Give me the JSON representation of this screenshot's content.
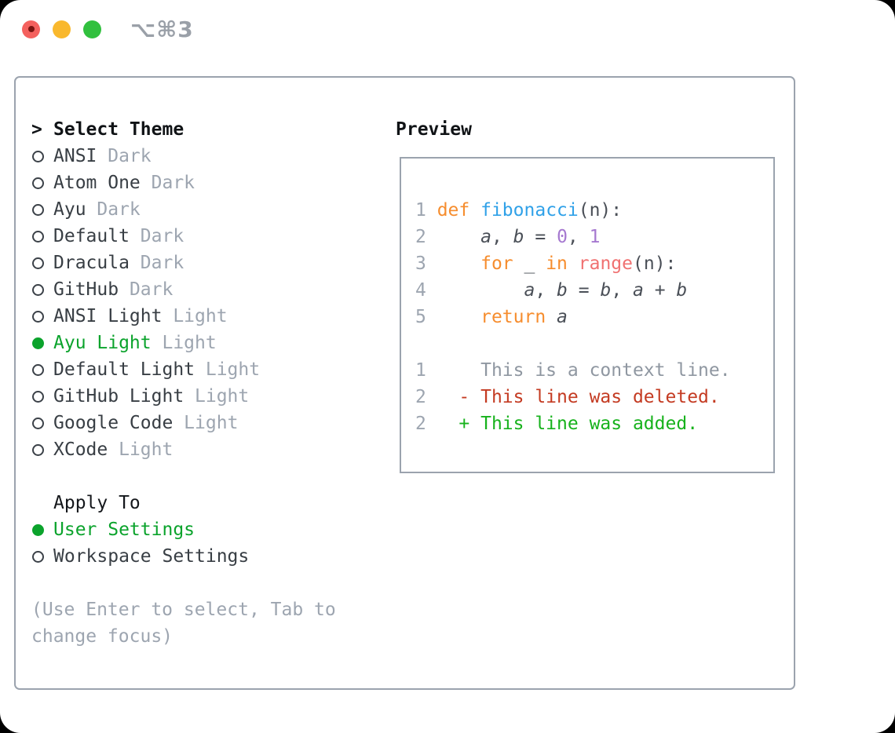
{
  "titlebar": {
    "shortcut_label": "⌥⌘3",
    "traffic_light_colors": {
      "close": "#f4615e",
      "minimize": "#f9b82d",
      "zoom": "#31c03e"
    }
  },
  "theme_list": {
    "header_prefix": ">",
    "header_label": "Select Theme",
    "items": [
      {
        "name": "ANSI",
        "variant": "Dark",
        "selected": false
      },
      {
        "name": "Atom One",
        "variant": "Dark",
        "selected": false
      },
      {
        "name": "Ayu",
        "variant": "Dark",
        "selected": false
      },
      {
        "name": "Default",
        "variant": "Dark",
        "selected": false
      },
      {
        "name": "Dracula",
        "variant": "Dark",
        "selected": false
      },
      {
        "name": "GitHub",
        "variant": "Dark",
        "selected": false
      },
      {
        "name": "ANSI Light",
        "variant": "Light",
        "selected": false
      },
      {
        "name": "Ayu Light",
        "variant": "Light",
        "selected": true
      },
      {
        "name": "Default Light",
        "variant": "Light",
        "selected": false
      },
      {
        "name": "GitHub Light",
        "variant": "Light",
        "selected": false
      },
      {
        "name": "Google Code",
        "variant": "Light",
        "selected": false
      },
      {
        "name": "XCode",
        "variant": "Light",
        "selected": false
      }
    ]
  },
  "apply_to": {
    "header_label": "Apply To",
    "items": [
      {
        "name": "User Settings",
        "selected": true
      },
      {
        "name": "Workspace Settings",
        "selected": false
      }
    ]
  },
  "help": {
    "line1": "(Use Enter to select, Tab to",
    "line2": "change focus)"
  },
  "preview": {
    "header": "Preview",
    "lines": [
      [
        {
          "t": "1 ",
          "c": "ln"
        },
        {
          "t": "def",
          "c": "kw"
        },
        {
          "t": " ",
          "c": "code"
        },
        {
          "t": "fibonacci",
          "c": "fn"
        },
        {
          "t": "(n):",
          "c": "code"
        }
      ],
      [
        {
          "t": "2 ",
          "c": "ln"
        },
        {
          "t": "    ",
          "c": "code"
        },
        {
          "t": "a",
          "c": "var"
        },
        {
          "t": ", ",
          "c": "code"
        },
        {
          "t": "b",
          "c": "var"
        },
        {
          "t": " = ",
          "c": "code"
        },
        {
          "t": "0",
          "c": "num"
        },
        {
          "t": ", ",
          "c": "code"
        },
        {
          "t": "1",
          "c": "num"
        }
      ],
      [
        {
          "t": "3 ",
          "c": "ln"
        },
        {
          "t": "    ",
          "c": "code"
        },
        {
          "t": "for",
          "c": "kw"
        },
        {
          "t": " _ ",
          "c": "code"
        },
        {
          "t": "in",
          "c": "kw"
        },
        {
          "t": " ",
          "c": "code"
        },
        {
          "t": "range",
          "c": "call"
        },
        {
          "t": "(n):",
          "c": "code"
        }
      ],
      [
        {
          "t": "4 ",
          "c": "ln"
        },
        {
          "t": "        ",
          "c": "code"
        },
        {
          "t": "a",
          "c": "var"
        },
        {
          "t": ", ",
          "c": "code"
        },
        {
          "t": "b",
          "c": "var"
        },
        {
          "t": " = ",
          "c": "code"
        },
        {
          "t": "b",
          "c": "var"
        },
        {
          "t": ", ",
          "c": "code"
        },
        {
          "t": "a",
          "c": "var"
        },
        {
          "t": " + ",
          "c": "code"
        },
        {
          "t": "b",
          "c": "var"
        }
      ],
      [
        {
          "t": "5 ",
          "c": "ln"
        },
        {
          "t": "    ",
          "c": "code"
        },
        {
          "t": "return",
          "c": "kw"
        },
        {
          "t": " ",
          "c": "code"
        },
        {
          "t": "a",
          "c": "var"
        }
      ],
      [],
      [
        {
          "t": "1 ",
          "c": "ln"
        },
        {
          "t": "    ",
          "c": "code"
        },
        {
          "t": "This is a context line.",
          "c": "ctx"
        }
      ],
      [
        {
          "t": "2 ",
          "c": "ln"
        },
        {
          "t": "  ",
          "c": "code"
        },
        {
          "t": "- This line was deleted.",
          "c": "del"
        }
      ],
      [
        {
          "t": "2 ",
          "c": "ln"
        },
        {
          "t": "  ",
          "c": "code"
        },
        {
          "t": "+ This line was added.",
          "c": "add"
        }
      ]
    ]
  },
  "colors": {
    "selection_green": "#0ba32c",
    "diff_added_green": "#17b21c",
    "diff_deleted_red": "#c43b22",
    "keyword_orange": "#f68d2e",
    "function_blue": "#30a1e8",
    "builtin_coral": "#f07171",
    "number_purple": "#a679d0",
    "muted_gray": "#9da5b0",
    "text_dark": "#383e44",
    "border_gray": "#9ba3ae"
  }
}
